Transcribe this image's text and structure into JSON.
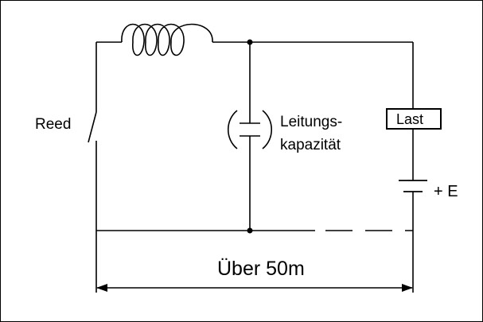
{
  "labels": {
    "reed": "Reed",
    "line_capacitance_line1": "Leitungs-",
    "line_capacitance_line2": "kapazität",
    "load": "Last",
    "voltage": "+ E",
    "distance": "Über 50m"
  },
  "colors": {
    "line": "#000000",
    "background": "#ffffff"
  }
}
